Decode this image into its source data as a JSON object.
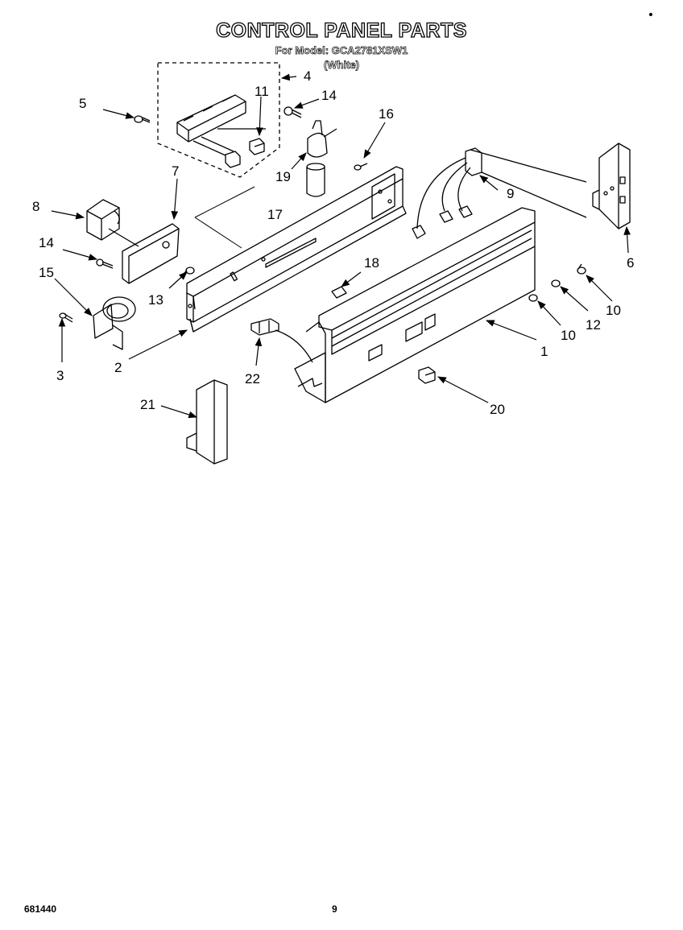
{
  "header": {
    "title": "CONTROL PANEL PARTS",
    "model_line": "For Model: GCA2781XSW1",
    "color_line": "(White)"
  },
  "footer": {
    "doc_number": "681440",
    "page_number": "9"
  },
  "callouts": [
    "1",
    "2",
    "3",
    "4",
    "5",
    "6",
    "7",
    "8",
    "9",
    "10",
    "10",
    "11",
    "12",
    "13",
    "14",
    "14",
    "15",
    "16",
    "17",
    "18",
    "19",
    "20",
    "21",
    "22"
  ]
}
